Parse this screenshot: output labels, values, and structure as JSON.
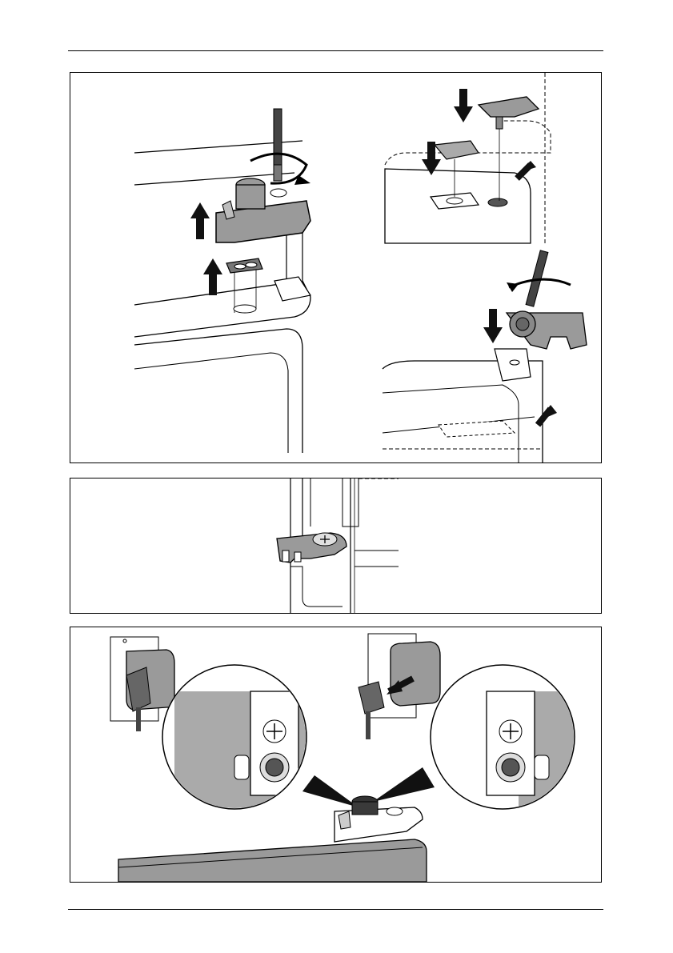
{
  "page": {
    "header_rule": true,
    "footer_rule": true
  },
  "panels": [
    {
      "id": "figure-remove-transport-bracket",
      "content": "illustration"
    },
    {
      "id": "figure-bracket-stowed",
      "content": "illustration"
    },
    {
      "id": "figure-unplug-check-button",
      "content": "illustration"
    }
  ],
  "colors": {
    "ink": "#000000",
    "part_gray": "#9a9a9a",
    "light_gray": "#d8d8d8",
    "dark_button": "#3a3a3a",
    "paper": "#ffffff"
  }
}
